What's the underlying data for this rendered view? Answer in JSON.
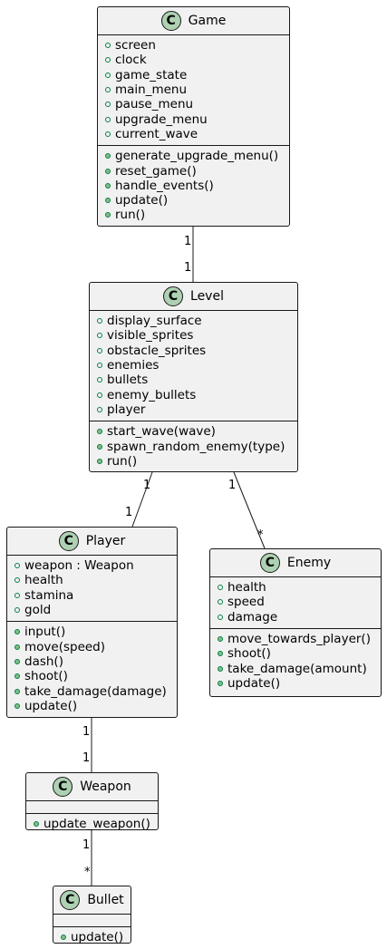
{
  "classes": {
    "game": {
      "name": "Game",
      "badge": "C",
      "fields": [
        "screen",
        "clock",
        "game_state",
        "main_menu",
        "pause_menu",
        "upgrade_menu",
        "current_wave"
      ],
      "methods": [
        "generate_upgrade_menu()",
        "reset_game()",
        "handle_events()",
        "update()",
        "run()"
      ]
    },
    "level": {
      "name": "Level",
      "badge": "C",
      "fields": [
        "display_surface",
        "visible_sprites",
        "obstacle_sprites",
        "enemies",
        "bullets",
        "enemy_bullets",
        "player"
      ],
      "methods": [
        "start_wave(wave)",
        "spawn_random_enemy(type)",
        "run()"
      ]
    },
    "player": {
      "name": "Player",
      "badge": "C",
      "fields": [
        "weapon : Weapon",
        "health",
        "stamina",
        "gold"
      ],
      "methods": [
        "input()",
        "move(speed)",
        "dash()",
        "shoot()",
        "take_damage(damage)",
        "update()"
      ]
    },
    "enemy": {
      "name": "Enemy",
      "badge": "C",
      "fields": [
        "health",
        "speed",
        "damage"
      ],
      "methods": [
        "move_towards_player()",
        "shoot()",
        "take_damage(amount)",
        "update()"
      ]
    },
    "weapon": {
      "name": "Weapon",
      "badge": "C",
      "fields": [],
      "methods": [
        "update_weapon()"
      ]
    },
    "bullet": {
      "name": "Bullet",
      "badge": "C",
      "fields": [],
      "methods": [
        "update()"
      ]
    }
  },
  "relations": {
    "game_level": {
      "from": "1",
      "to": "1"
    },
    "level_player": {
      "from": "1",
      "to": "1"
    },
    "level_enemy": {
      "from": "1",
      "to": "*"
    },
    "player_weapon": {
      "from": "1",
      "to": "1"
    },
    "weapon_bullet": {
      "from": "1",
      "to": "*"
    }
  }
}
